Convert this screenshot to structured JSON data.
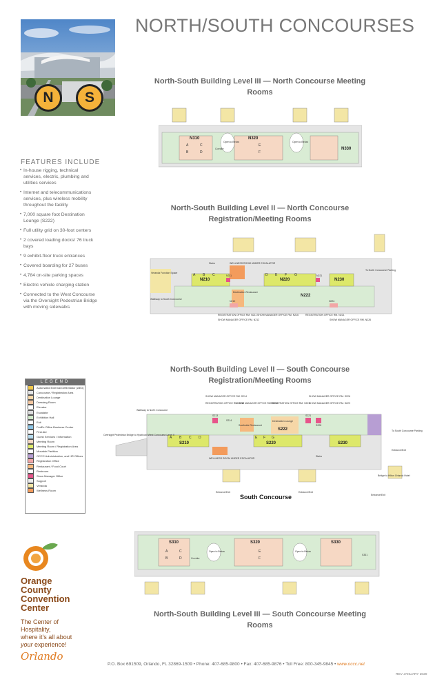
{
  "page": {
    "title": "NORTH/SOUTH CONCOURSES"
  },
  "badges": {
    "north": "N",
    "south": "S"
  },
  "features": {
    "heading": "FEATURES INCLUDE",
    "items": [
      "In-house rigging, technical services, electric, plumbing and utilities services",
      "Internet and telecommunications services, plus wireless mobility throughout the facility",
      "7,000 square foot Destination Lounge (S222)",
      "Full utility grid on 30-foot centers",
      "2 covered loading docks/ 76 truck bays",
      "9 exhibit-floor truck entrances",
      "Covered boarding for 27 buses",
      "4,784 on-site parking spaces",
      "Electric vehicle charging station",
      "Connected to the West Concourse via the Oversight Pedestrian Bridge with moving sidewalks"
    ]
  },
  "legend": {
    "heading": "LEGEND",
    "items": [
      {
        "label": "Automated External Defibrillator (AED)",
        "color": "#f2c94c"
      },
      {
        "label": "Concourse / Registration Area",
        "color": "#e4e4e4"
      },
      {
        "label": "Destination Lounge",
        "color": "#f6d7a7"
      },
      {
        "label": "Dressing Room",
        "color": "#f3c6a0"
      },
      {
        "label": "Elevator",
        "color": "#ffffff"
      },
      {
        "label": "Escalator",
        "color": "#dddddd"
      },
      {
        "label": "Exhibition Hall",
        "color": "#cfe8c9"
      },
      {
        "label": "Exit",
        "color": "#ffffff"
      },
      {
        "label": "FedEx Office Business Center",
        "color": "#8ec6e6"
      },
      {
        "label": "First Aid",
        "color": "#ffffff"
      },
      {
        "label": "Guest Services / Information",
        "color": "#b7dcef"
      },
      {
        "label": "Meeting Room",
        "color": "#f6d8c4"
      },
      {
        "label": "Meeting Room / Registration Area",
        "color": "#dde86a"
      },
      {
        "label": "Movable Partition",
        "color": "#ffffff"
      },
      {
        "label": "OCCC Administration, and HR Offices",
        "color": "#b79ed3"
      },
      {
        "label": "Registration Office",
        "color": "#f2a6a6"
      },
      {
        "label": "Restaurant / Food Court",
        "color": "#f6b87d"
      },
      {
        "label": "Restroom",
        "color": "#ffffff"
      },
      {
        "label": "Show Manager Office",
        "color": "#e7548a"
      },
      {
        "label": "Support",
        "color": "#eeeeee"
      },
      {
        "label": "Veranda",
        "color": "#f3e6a5"
      },
      {
        "label": "Wellness Room",
        "color": "#f39b5c"
      }
    ]
  },
  "maps": {
    "north_level3": {
      "title": "North-South Building Level III — North Concourse Meeting Rooms",
      "rooms": [
        "N310",
        "N320",
        "N330",
        "Open to Below",
        "Corridor",
        "A",
        "B",
        "C",
        "D",
        "E",
        "F"
      ]
    },
    "north_level2": {
      "title": "North-South Building Level II — North Concourse Registration/Meeting Rooms",
      "rooms": [
        "N210",
        "N220",
        "N230",
        "N222",
        "N211",
        "N212",
        "N221",
        "N231",
        "Veranda Function Space",
        "Stairs",
        "A",
        "B",
        "C",
        "D",
        "E",
        "F",
        "G"
      ],
      "labels": [
        "To North Concourse Parking",
        "Walkway to South Concourse",
        "WELLNESS ROOM UNDER ESCALATOR",
        "Destination Restaurant",
        "REGISTRATION OFFICE RM. N211",
        "SHOW MANAGER OFFICE RM. N212",
        "SHOW MANAGER OFFICE RM. N216",
        "REGISTRATION OFFICE RM. N221",
        "SHOW MANAGER OFFICE RM. N226"
      ]
    },
    "south_level2": {
      "title": "North-South Building Level II — South Concourse Registration/Meeting Rooms",
      "rooms": [
        "S210",
        "S220",
        "S230",
        "S222",
        "S213",
        "S214",
        "S221",
        "S228",
        "Destination Lounge",
        "Stairs",
        "A",
        "B",
        "C",
        "D",
        "E",
        "F",
        "G"
      ],
      "labels": [
        "Walkway to North Concourse",
        "Oversight Pedestrian Bridge to Hyatt and West Concourse-Level II",
        "To South Concourse Parking",
        "Entrance/Exit",
        "Entrance/Exit",
        "Entrance/Exit",
        "Entrance/Exit",
        "South Concourse",
        "Bridge to Hilton Orlando Hotel",
        "SHOW MANAGER OFFICE RM. S214",
        "REGISTRATION OFFICE RM. S211",
        "SHOW MANAGER OFFICE RM. S216",
        "REGISTRATION OFFICE RM. S221",
        "SHOW MANAGER OFFICE RM. S226",
        "SHOW MANAGER OFFICE RM. S229",
        "WELLNESS ROOM UNDER ESCALATOR",
        "Southside Restaurant"
      ]
    },
    "south_level3": {
      "title": "North-South Building Level III — South Concourse Meeting Rooms",
      "rooms": [
        "S310",
        "S320",
        "S330",
        "S331",
        "Open to Below",
        "Corridor",
        "A",
        "B",
        "C",
        "D",
        "E",
        "F"
      ]
    }
  },
  "organization": {
    "name_line1": "Orange",
    "name_line2": "County",
    "name_line3": "Convention",
    "name_line4": "Center",
    "tagline_1": "The Center of",
    "tagline_2": "Hospitality,",
    "tagline_3": "where it's all about",
    "tagline_4_italic": "your",
    "tagline_4_rest": " experience!",
    "script": "Orlando"
  },
  "footer": {
    "contact": "P.O. Box 691509, Orlando, FL 32869-1509 • Phone: 407-685-9800 • Fax: 407-685-9876 • Toll Free: 800-345-9845 •",
    "website": "www.occc.net",
    "revision": "REV JANUARY 2020"
  }
}
